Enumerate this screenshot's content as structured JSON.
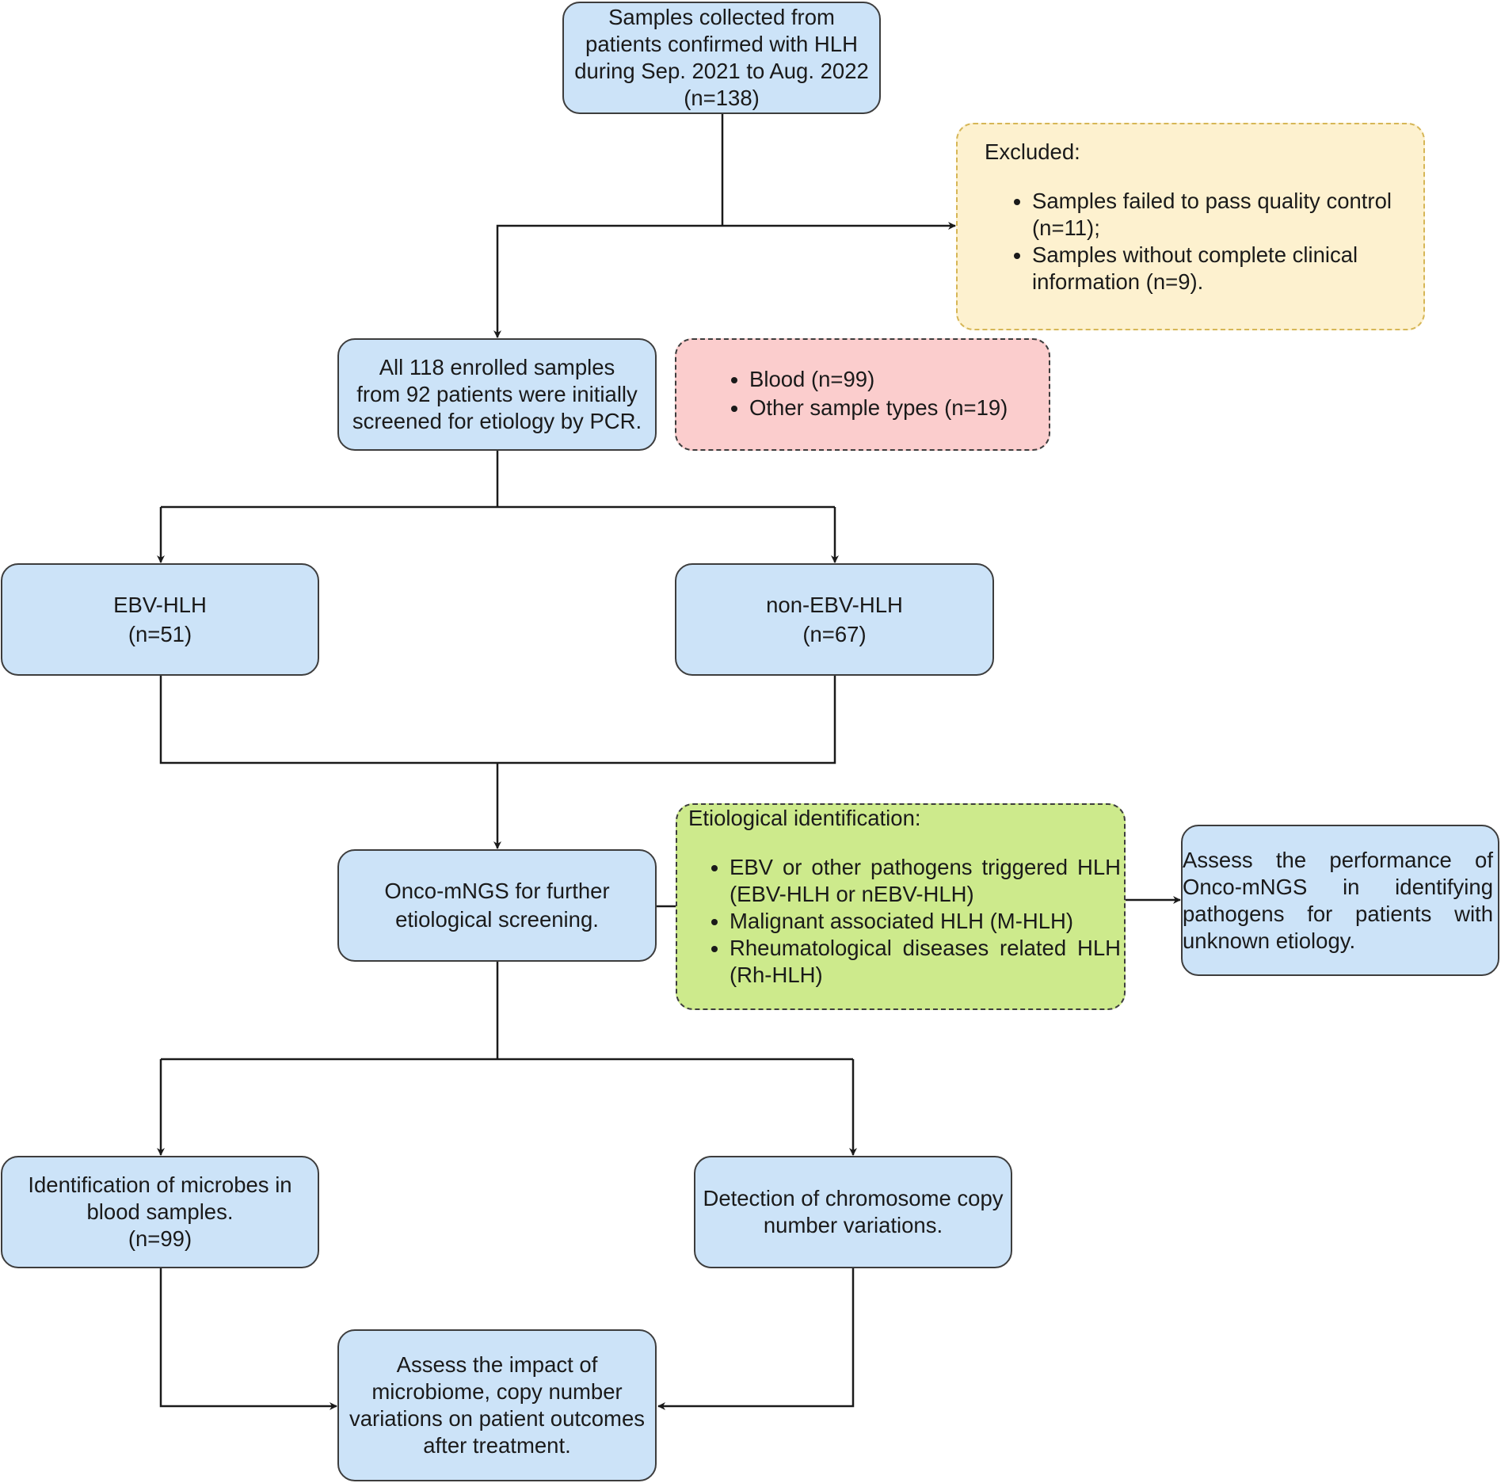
{
  "nodes": {
    "start": {
      "lines": [
        "Samples collected from",
        "patients confirmed with HLH",
        "during Sep. 2021 to Aug. 2022",
        "(n=138)"
      ]
    },
    "excluded": {
      "title": "Excluded:",
      "items": [
        "Samples failed to pass quality control (n=11);",
        "Samples without complete clinical information (n=9)."
      ]
    },
    "enrolled": {
      "lines": [
        "All 118 enrolled samples",
        "from 92 patients were initially",
        "screened for etiology by PCR."
      ]
    },
    "sample_types": {
      "items": [
        "Blood (n=99)",
        "Other sample types (n=19)"
      ]
    },
    "ebv": {
      "lines": [
        "EBV-HLH",
        "(n=51)"
      ]
    },
    "non_ebv": {
      "lines": [
        "non-EBV-HLH",
        "(n=67)"
      ]
    },
    "onco": {
      "lines": [
        "Onco-mNGS for further",
        "etiological screening."
      ]
    },
    "etiological": {
      "title": "Etiological identification:",
      "items": [
        "EBV or other pathogens triggered HLH (EBV-HLH or nEBV-HLH)",
        "Malignant associated HLH (M-HLH)",
        "Rheumatological diseases related HLH (Rh-HLH)"
      ]
    },
    "assess_perf": {
      "text": "Assess the performance of Onco-mNGS in identifying pathogens for patients with unknown etiology."
    },
    "microbes": {
      "lines": [
        "Identification of  microbes in",
        "blood samples.",
        "(n=99)"
      ]
    },
    "cnv": {
      "lines": [
        "Detection of chromosome copy",
        "number variations."
      ]
    },
    "impact": {
      "lines": [
        "Assess the impact of",
        "microbiome, copy number",
        "variations on patient outcomes",
        "after treatment."
      ]
    }
  },
  "colors": {
    "blue_fill": "#cce3f8",
    "yellow_fill": "#fdf1cf",
    "pink_fill": "#fbcdcd",
    "green_fill": "#cdea8c",
    "line": "#1a1a1a"
  }
}
